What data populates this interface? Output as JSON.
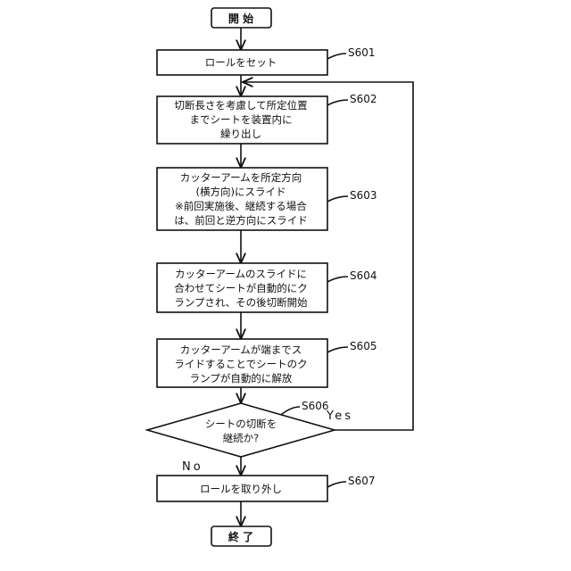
{
  "start": "開 始",
  "end": "終 了",
  "steps": [
    {
      "id": "S601",
      "lines": [
        "ロールをセット"
      ]
    },
    {
      "id": "S602",
      "lines": [
        "切断長さを考慮して所定位置",
        "までシートを装置内に",
        "繰り出し"
      ]
    },
    {
      "id": "S603",
      "lines": [
        "カッターアームを所定方向",
        "(横方向)にスライド",
        "※前回実施後、継続する場合",
        "は、前回と逆方向にスライド"
      ]
    },
    {
      "id": "S604",
      "lines": [
        "カッターアームのスライドに",
        "合わせてシートが自動的にク",
        "ランプされ、その後切断開始"
      ]
    },
    {
      "id": "S605",
      "lines": [
        "カッターアームが端までス",
        "ライドすることでシートのク",
        "ランプが自動的に解放"
      ]
    }
  ],
  "decision": {
    "id": "S606",
    "lines": [
      "シートの切断を",
      "継続か?"
    ],
    "yes": "Yes",
    "no": "No"
  },
  "final_step": {
    "id": "S607",
    "lines": [
      "ロールを取り外し"
    ]
  }
}
